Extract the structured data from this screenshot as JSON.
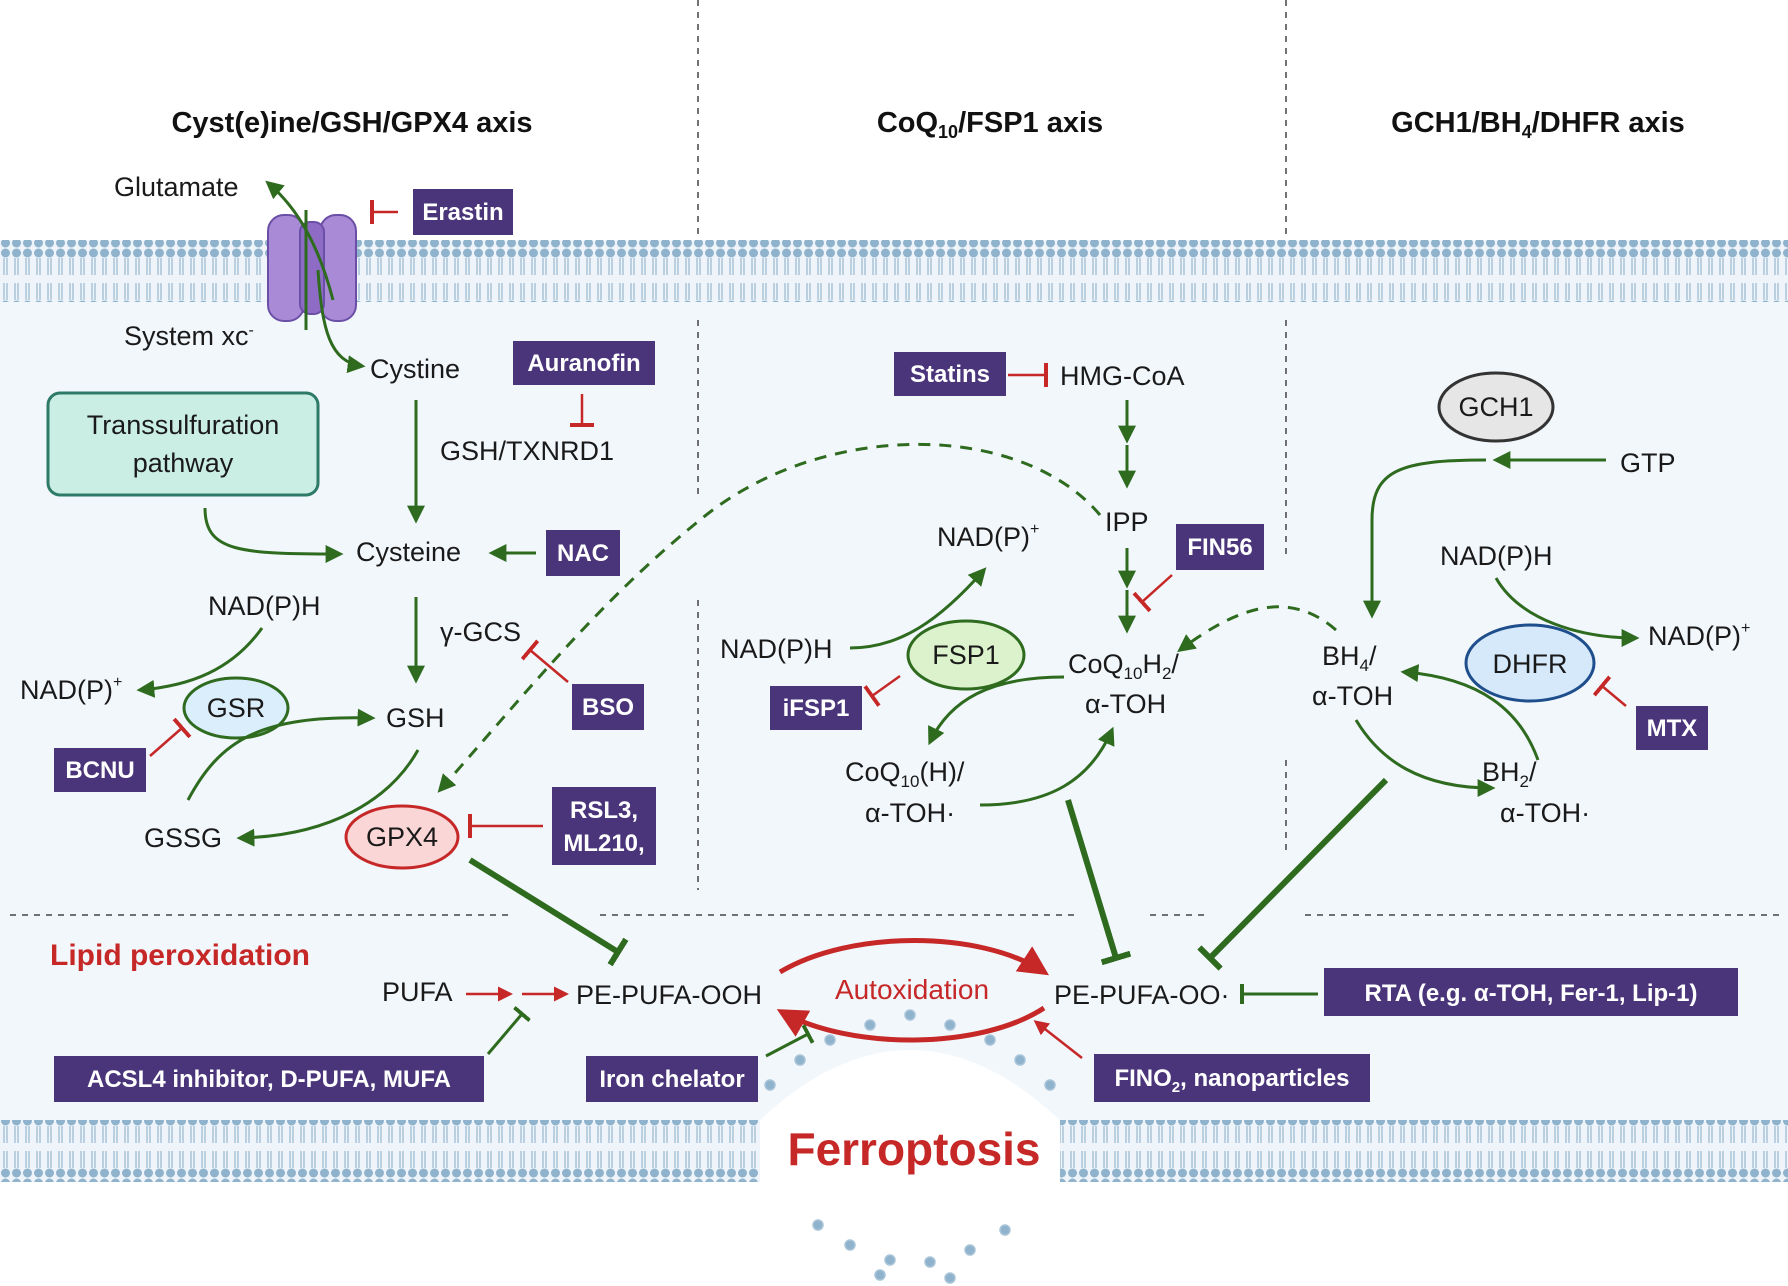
{
  "headers": {
    "gsh_gpx4_axis": "Cyst(e)ine/GSH/GPX4 axis",
    "coq10_prefix": "CoQ",
    "coq10_sub": "10",
    "coq10_suffix": "/FSP1 axis",
    "gch1_prefix": "GCH1/BH",
    "gch1_sub": "4",
    "gch1_suffix": "/DHFR axis"
  },
  "nodes": {
    "glutamate": "Glutamate",
    "system_xc": "System xc",
    "system_xc_sup": "-",
    "cystine": "Cystine",
    "gsh_txnrd1": "GSH/TXNRD1",
    "transsulfuration_l1": "Transsulfuration",
    "transsulfuration_l2": "pathway",
    "cysteine": "Cysteine",
    "gamma_gcs": "γ-GCS",
    "nadph_left": "NAD(P)H",
    "nadp_left": "NAD(P)",
    "nadp_left_sup": "+",
    "gsr": "GSR",
    "gsh": "GSH",
    "gssg": "GSSG",
    "gpx4": "GPX4",
    "hmg_coa": "HMG-CoA",
    "ipp": "IPP",
    "nadp_mid": "NAD(P)",
    "nadp_mid_sup": "+",
    "nadph_mid": "NAD(P)H",
    "fsp1": "FSP1",
    "coq10h2_a": "CoQ",
    "coq10h2_sub1": "10",
    "coq10h2_b": "H",
    "coq10h2_sub2": "2",
    "coq10h2_c": "/",
    "atoh_1": "α-TOH",
    "coq10h_a": "CoQ",
    "coq10h_sub": "10",
    "coq10h_b": "(H)/",
    "atoh_radical_1": "α-TOH·",
    "gch1": "GCH1",
    "gtp": "GTP",
    "nadph_right": "NAD(P)H",
    "nadp_right": "NAD(P)",
    "nadp_right_sup": "+",
    "bh4_a": "BH",
    "bh4_sub": "4",
    "bh4_b": "/",
    "atoh_2": "α-TOH",
    "dhfr": "DHFR",
    "bh2_a": "BH",
    "bh2_sub": "2",
    "bh2_b": "/",
    "atoh_radical_2": "α-TOH·",
    "lipid_peroxidation": "Lipid peroxidation",
    "pufa": "PUFA",
    "pe_pufa_ooh": "PE-PUFA-OOH",
    "autoxidation": "Autoxidation",
    "pe_pufa_oo": "PE-PUFA-OO·",
    "ferroptosis": "Ferroptosis"
  },
  "inhibitors": {
    "erastin": "Erastin",
    "auranofin": "Auranofin",
    "nac": "NAC",
    "bso": "BSO",
    "bcnu": "BCNU",
    "rsl3_l1": "RSL3,",
    "rsl3_l2": "ML210,",
    "statins": "Statins",
    "fin56": "FIN56",
    "ifsp1": "iFSP1",
    "mtx": "MTX",
    "rta": "RTA (e.g. α-TOH, Fer-1, Lip-1)",
    "acsl4": "ACSL4 inhibitor, D-PUFA, MUFA",
    "iron_chelator": "Iron chelator",
    "fino2_a": "FINO",
    "fino2_sub": "2",
    "fino2_b": ", nanoparticles"
  },
  "colors": {
    "activation_green": "#2e6b1f",
    "inhibition_red": "#c62828",
    "drug_box": "#4a357a",
    "membrane_blue": "#8fb3cc",
    "cytosol_bg": "#f2f7fc",
    "transporter_purple": "#a98ad6",
    "gsr_fill": "#dbeefb",
    "gpx4_fill": "#fbd6d6",
    "fsp1_fill": "#dcf2cc",
    "dhfr_fill": "#d5e9fb",
    "gch1_fill": "#e6e6e6",
    "transsulfuration_fill": "#cbeee4"
  }
}
